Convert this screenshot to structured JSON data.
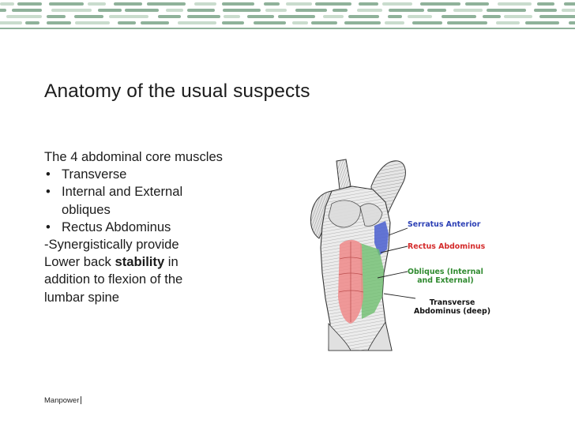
{
  "slide": {
    "title": "Anatomy of the usual suspects",
    "intro": "The 4 abdominal core muscles",
    "bullet_glyph": "•",
    "bullets": [
      {
        "text": "Transverse"
      },
      {
        "text": "Internal and External",
        "continuation": "obliques"
      },
      {
        "text": "Rectus Abdominus"
      }
    ],
    "paragraph": {
      "line1": "-Synergistically provide",
      "line2_before": "Lower back ",
      "line2_bold": "stability",
      "line2_after": " in",
      "line3": "addition to flexion of the",
      "line4": "lumbar spine"
    }
  },
  "figure": {
    "labels": {
      "serratus": "Serratus Anterior",
      "rectus": "Rectus Abdominus",
      "obliques_1": "Obliques (Internal",
      "obliques_2": "and External)",
      "transverse_1": "Transverse",
      "transverse_2": "Abdominus (deep)"
    },
    "colors": {
      "serratus": "#2b3fb5",
      "rectus": "#d42a2a",
      "obliques": "#2f8a2f",
      "transverse": "#111111",
      "rectus_highlight": "#f08a8a",
      "oblique_highlight": "#6fbf6f",
      "serratus_highlight": "#4a5fd0"
    }
  },
  "footer": {
    "brand": "Manpower"
  },
  "theme": {
    "band_color": "#8fb29a",
    "band_light": "#c9dccd"
  }
}
